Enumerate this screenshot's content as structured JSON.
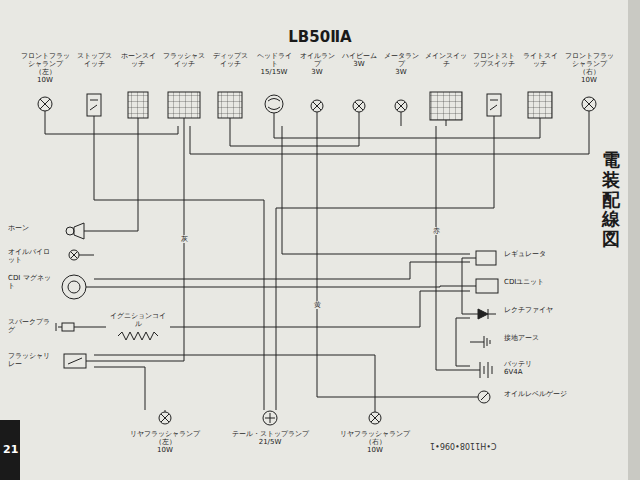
{
  "diagram": {
    "title": "LB50ⅡA",
    "nodes": [
      {
        "text": [
          "フロントフラッシャランプ（左）",
          "10W"
        ]
      },
      {
        "text": [
          "ストップスイッチ"
        ]
      },
      {
        "text": [
          "ホーンスイッチ"
        ]
      },
      {
        "text": [
          "フラッシャスイッチ"
        ]
      },
      {
        "text": [
          "ディップスイッチ"
        ]
      },
      {
        "text": [
          "ヘッドライト",
          "15/15W"
        ]
      },
      {
        "text": [
          "オイルランプ",
          "3W"
        ]
      },
      {
        "text": [
          "ハイビーム",
          "3W"
        ]
      },
      {
        "text": [
          "メータランプ",
          "3W"
        ]
      },
      {
        "text": [
          "メインスイッチ"
        ]
      },
      {
        "text": [
          "フロントストップスイッチ"
        ]
      },
      {
        "text": [
          "ライトスイッチ"
        ]
      },
      {
        "text": [
          "フロントフラッシャランプ（右）",
          "10W"
        ]
      },
      {
        "text": [
          "ホーン"
        ]
      },
      {
        "text": [
          "オイルパイロット"
        ]
      },
      {
        "text": [
          "CDI マグネット"
        ]
      },
      {
        "text": [
          "イグニションコイル"
        ]
      },
      {
        "text": [
          "スパークプラグ"
        ]
      },
      {
        "text": [
          "フラッシャリレー"
        ]
      },
      {
        "text": [
          "リヤフラッシャランプ（左）",
          "10W"
        ]
      },
      {
        "text": [
          "テール・ストップランプ",
          "21/5W"
        ]
      },
      {
        "text": [
          "リヤフラッシャランプ（右）",
          "10W"
        ]
      },
      {
        "text": [
          "レギュレータ"
        ]
      },
      {
        "text": [
          "CDIユニット"
        ]
      },
      {
        "text": [
          "レクチファイヤ"
        ]
      },
      {
        "text": [
          "接地アース"
        ]
      },
      {
        "text": [
          "バッテリ",
          "6V4A"
        ]
      },
      {
        "text": [
          "オイルレベルゲージ"
        ]
      }
    ],
    "edges": [
      {
        "from": 9,
        "to": 26,
        "arrow": "none",
        "label": "赤"
      },
      {
        "from": 22,
        "to": 24,
        "arrow": "none"
      },
      {
        "from": 24,
        "to": 26,
        "arrow": "none"
      },
      {
        "from": 15,
        "to": 23,
        "arrow": "none"
      },
      {
        "from": 16,
        "to": 23,
        "arrow": "none"
      },
      {
        "from": 16,
        "to": 17,
        "arrow": "none"
      },
      {
        "from": 5,
        "to": 11,
        "arrow": "none"
      },
      {
        "from": 4,
        "to": 7,
        "arrow": "none"
      },
      {
        "from": 3,
        "to": 18,
        "arrow": "none",
        "label": "灰"
      },
      {
        "from": 18,
        "to": 19,
        "arrow": "none"
      },
      {
        "from": 18,
        "to": 21,
        "arrow": "none"
      },
      {
        "from": 3,
        "to": 0,
        "arrow": "none"
      },
      {
        "from": 3,
        "to": 12,
        "arrow": "none"
      },
      {
        "from": 2,
        "to": 13,
        "arrow": "none"
      },
      {
        "from": 6,
        "to": 27,
        "arrow": "none",
        "label": "黄"
      },
      {
        "from": 1,
        "to": 20,
        "arrow": "none"
      },
      {
        "from": 10,
        "to": 20,
        "arrow": "none"
      },
      {
        "from": 22,
        "to": 5,
        "arrow": "none"
      },
      {
        "from": 15,
        "to": 22,
        "arrow": "none"
      }
    ],
    "labels": [
      "電装配線図",
      "21",
      "C•H1108•096•1"
    ]
  }
}
